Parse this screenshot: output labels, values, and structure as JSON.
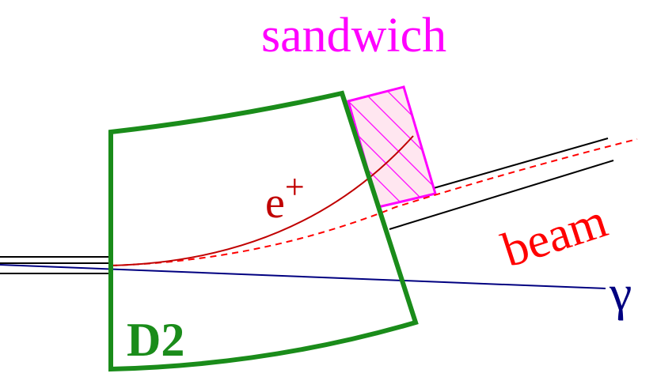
{
  "labels": {
    "sandwich": "sandwich",
    "positron_base": "e",
    "positron_sup": "+",
    "beam": "beam",
    "photon": "γ",
    "magnet": "D2"
  },
  "colors": {
    "magnet": "#1a8c1a",
    "sandwich": "#ff00ff",
    "sandwich_fill": "#ffe6f0",
    "positron": "#c00000",
    "beam_dashed": "#ff0000",
    "photon": "#000080",
    "beampipe": "#000000"
  }
}
